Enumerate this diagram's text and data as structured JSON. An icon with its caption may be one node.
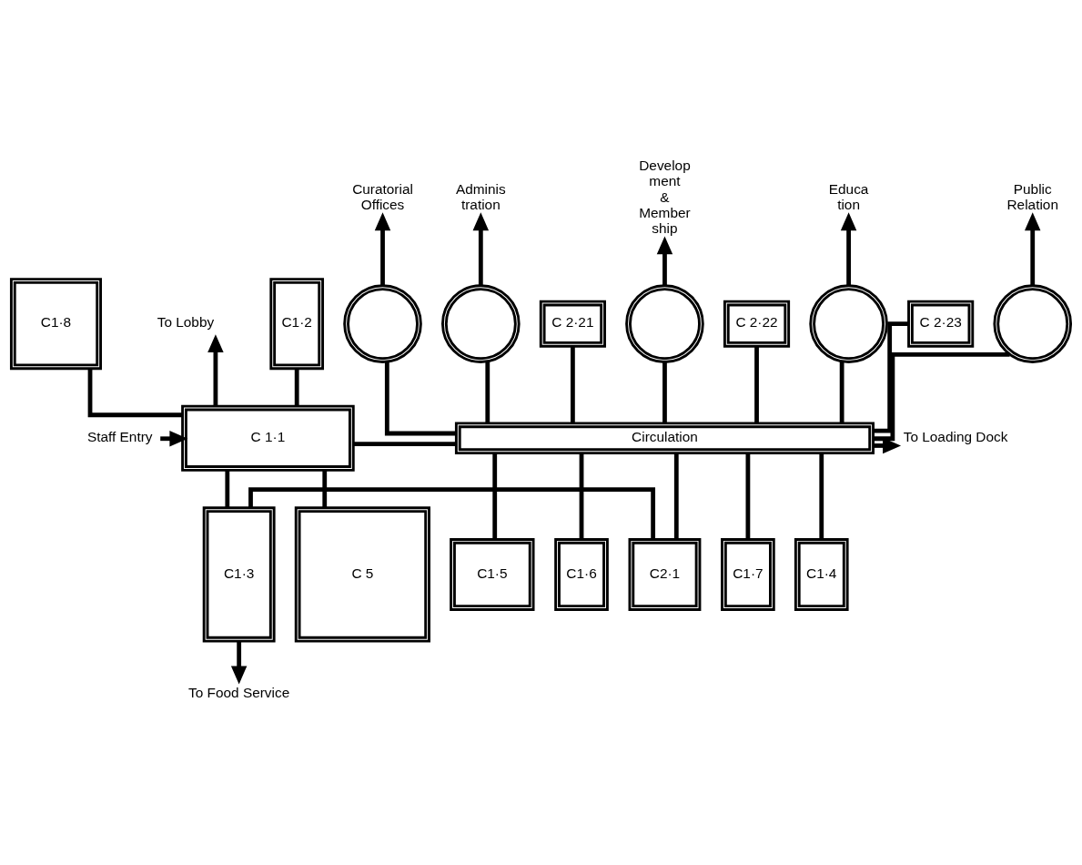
{
  "diagram": {
    "nodes": [
      {
        "text": [
          "To Lobby"
        ]
      },
      {
        "text": [
          "Curatorial Offices"
        ]
      },
      {
        "text": [
          "Adminis tration"
        ]
      },
      {
        "text": [
          "Develop ment & Member ship"
        ]
      },
      {
        "text": [
          "Educa tion"
        ]
      },
      {
        "text": [
          "Public Relation"
        ]
      },
      {
        "text": [
          "C1·8"
        ]
      },
      {
        "text": [
          "C1·2"
        ]
      },
      {
        "text": [],
        "shape": "circle"
      },
      {
        "text": [],
        "shape": "circle"
      },
      {
        "text": [],
        "shape": "circle"
      },
      {
        "text": [],
        "shape": "circle"
      },
      {
        "text": [],
        "shape": "circle"
      },
      {
        "text": [
          "C 2·21"
        ]
      },
      {
        "text": [
          "C 2·22"
        ]
      },
      {
        "text": [
          "C 2·23"
        ]
      },
      {
        "text": [
          "Staff Entry"
        ]
      },
      {
        "text": [
          "C 1·1"
        ]
      },
      {
        "text": [
          "Circulation"
        ]
      },
      {
        "text": [
          "To Loading Dock"
        ]
      },
      {
        "text": [
          "C 5"
        ]
      },
      {
        "text": [
          "C1·3"
        ]
      },
      {
        "text": [
          "C2·1"
        ]
      },
      {
        "text": [
          "C1·7"
        ]
      },
      {
        "text": [
          "C1·4"
        ]
      },
      {
        "text": [
          "C1·5"
        ]
      },
      {
        "text": [
          "C1·6"
        ]
      },
      {
        "text": [
          "To Food Service"
        ]
      }
    ],
    "edges": [
      {
        "from": 17,
        "to": 0,
        "arrow": "to"
      },
      {
        "from": 6,
        "to": 17,
        "arrow": "none"
      },
      {
        "from": 7,
        "to": 17,
        "arrow": "none"
      },
      {
        "from": 8,
        "to": 1,
        "arrow": "to"
      },
      {
        "from": 9,
        "to": 2,
        "arrow": "to"
      },
      {
        "from": 10,
        "to": 3,
        "arrow": "to"
      },
      {
        "from": 11,
        "to": 4,
        "arrow": "to"
      },
      {
        "from": 12,
        "to": 5,
        "arrow": "to"
      },
      {
        "from": 8,
        "to": 18,
        "arrow": "none"
      },
      {
        "from": 9,
        "to": 18,
        "arrow": "none"
      },
      {
        "from": 13,
        "to": 18,
        "arrow": "none"
      },
      {
        "from": 10,
        "to": 18,
        "arrow": "none"
      },
      {
        "from": 14,
        "to": 18,
        "arrow": "none"
      },
      {
        "from": 11,
        "to": 18,
        "arrow": "none"
      },
      {
        "from": 15,
        "to": 18,
        "arrow": "none"
      },
      {
        "from": 12,
        "to": 18,
        "arrow": "none"
      },
      {
        "from": 16,
        "to": 17,
        "arrow": "to"
      },
      {
        "from": 17,
        "to": 18,
        "arrow": "none"
      },
      {
        "from": 18,
        "to": 19,
        "arrow": "to"
      },
      {
        "from": 17,
        "to": 20,
        "arrow": "none"
      },
      {
        "from": 17,
        "to": 21,
        "arrow": "none"
      },
      {
        "from": 21,
        "to": 22,
        "arrow": "none"
      },
      {
        "from": 18,
        "to": 22,
        "arrow": "none"
      },
      {
        "from": 18,
        "to": 23,
        "arrow": "none"
      },
      {
        "from": 18,
        "to": 24,
        "arrow": "none"
      },
      {
        "from": 18,
        "to": 25,
        "arrow": "none"
      },
      {
        "from": 18,
        "to": 26,
        "arrow": "none"
      },
      {
        "from": 21,
        "to": 27,
        "arrow": "to"
      }
    ]
  }
}
